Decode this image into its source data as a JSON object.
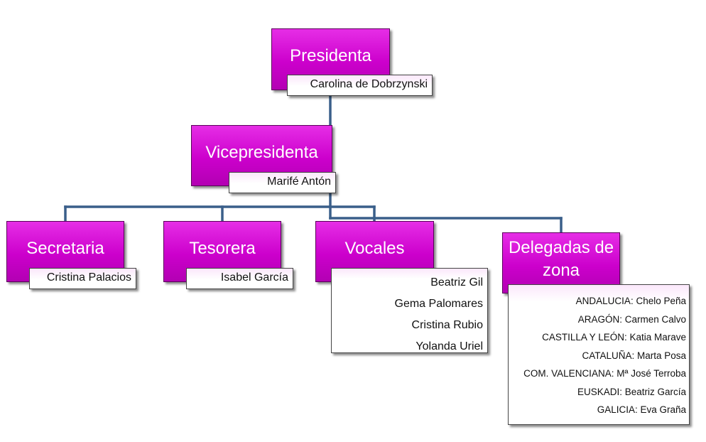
{
  "presidenta": {
    "title": "Presidenta",
    "name": "Carolina de Dobrzynski"
  },
  "vicepresidenta": {
    "title": "Vicepresidenta",
    "name": "Marifé Antón"
  },
  "secretaria": {
    "title": "Secretaria",
    "name": "Cristina Palacios"
  },
  "tesorera": {
    "title": "Tesorera",
    "name": "Isabel García"
  },
  "vocales": {
    "title": "Vocales",
    "members": [
      "Beatriz Gil",
      "Gema Palomares",
      "Cristina Rubio",
      "Yolanda Uriel"
    ]
  },
  "delegadas": {
    "title": "Delegadas de zona",
    "zones": [
      "ANDALUCIA: Chelo Peña",
      "ARAGÓN: Carmen Calvo",
      "CASTILLA Y LEÓN: Katia Marave",
      "CATALUÑA: Marta Posa",
      "COM. VALENCIANA: Mª José Terroba",
      "EUSKADI: Beatriz García",
      "GALICIA: Eva Graña"
    ]
  },
  "colors": {
    "box_fill": "#cc00cc",
    "connector": "#3a5f8a",
    "name_tint": "#fbe7fb"
  }
}
